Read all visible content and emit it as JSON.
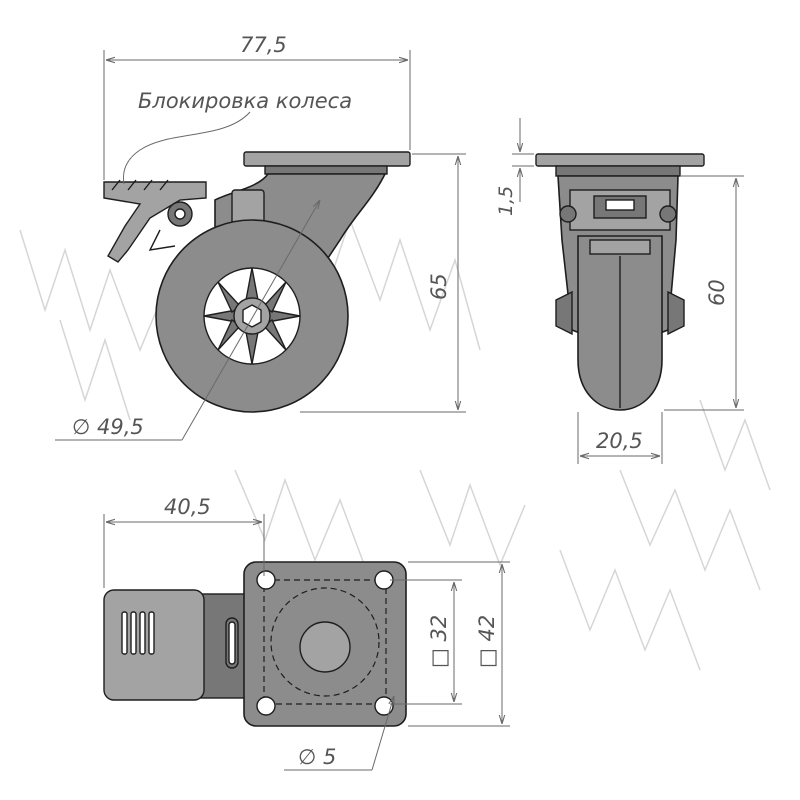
{
  "labels": {
    "overall_width": "77,5",
    "wheel_lock": "Блокировка колеса",
    "overall_height": "65",
    "plate_thickness": "1,5",
    "wheel_diameter": "∅ 49,5",
    "side_height": "60",
    "wheel_width": "20,5",
    "lock_offset": "40,5",
    "bolt_spacing": "□ 32",
    "plate_size": "□ 42",
    "hole_diameter": "∅ 5"
  },
  "icons": {
    "watermark": "brand-logo-watermark"
  }
}
